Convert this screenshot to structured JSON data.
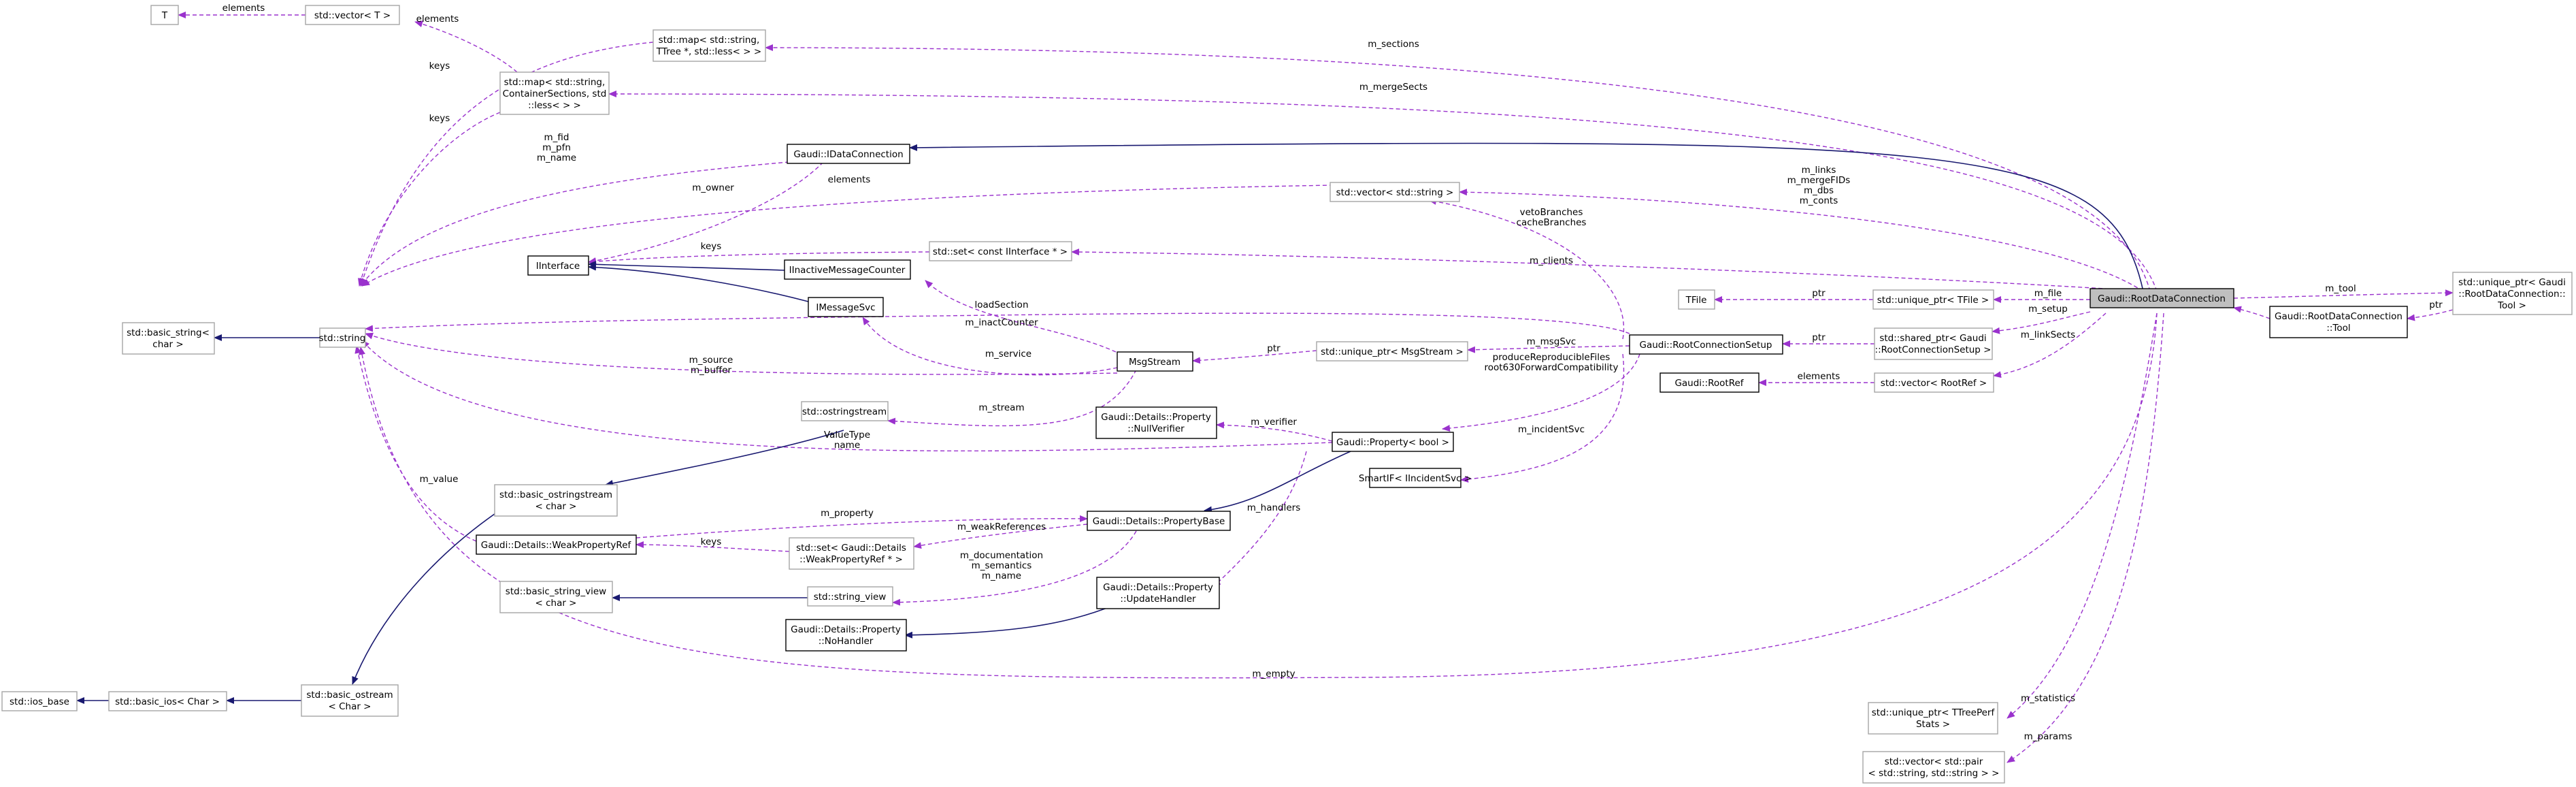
{
  "diagram": {
    "nodes": {
      "T": "T",
      "vecT": "std::vector< T >",
      "mapTTree": [
        "std::map< std::string,",
        "TTree *, std::less< > >"
      ],
      "mapContainer": [
        "std::map< std::string,",
        "ContainerSections, std",
        "::less< > >"
      ],
      "iDataConn": "Gaudi::IDataConnection",
      "vecString": "std::vector< std::string >",
      "iInterface": "IInterface",
      "iInactive": "IInactiveMessageCounter",
      "setIInterface": "std::set< const IInterface * >",
      "iMessageSvc": "IMessageSvc",
      "basicString": [
        "std::basic_string<",
        "char >"
      ],
      "stdString": "std::string",
      "msgStream": "MsgStream",
      "upMsgStream": "std::unique_ptr< MsgStream >",
      "rootConnSetup": "Gaudi::RootConnectionSetup",
      "tfile": "TFile",
      "upTFile": "std::unique_ptr< TFile >",
      "spSetup": [
        "std::shared_ptr< Gaudi",
        "::RootConnectionSetup >"
      ],
      "rootDataConn": "Gaudi::RootDataConnection",
      "upTool": [
        "std::unique_ptr< Gaudi",
        "::RootDataConnection::",
        "Tool >"
      ],
      "tool": [
        "Gaudi::RootDataConnection",
        "::Tool"
      ],
      "rootRef": "Gaudi::RootRef",
      "vecRootRef": "std::vector< RootRef >",
      "ostringstream": "std::ostringstream",
      "nullVerifier": [
        "Gaudi::Details::Property",
        "::NullVerifier"
      ],
      "propBool": "Gaudi::Property< bool >",
      "smartIf": "SmartIF< IIncidentSvc >",
      "basicOstringstream": [
        "std::basic_ostringstream",
        "< char >"
      ],
      "weakPropRef": "Gaudi::Details::WeakPropertyRef",
      "setWeakRef": [
        "std::set< Gaudi::Details",
        "::WeakPropertyRef * >"
      ],
      "propBase": "Gaudi::Details::PropertyBase",
      "stringViewC": [
        "std::basic_string_view",
        "< char >"
      ],
      "stringView": "std::string_view",
      "updateHandler": [
        "Gaudi::Details::Property",
        "::UpdateHandler"
      ],
      "noHandler": [
        "Gaudi::Details::Property",
        "::NoHandler"
      ],
      "iosBase": "std::ios_base",
      "basicIos": "std::basic_ios< Char >",
      "basicOstream": [
        "std::basic_ostream",
        "< Char >"
      ],
      "upTTreePerf": [
        "std::unique_ptr< TTreePerf",
        "Stats >"
      ],
      "vecPair": [
        "std::vector< std::pair",
        "< std::string, std::string > >"
      ]
    },
    "edge_labels": {
      "elements_T": "elements",
      "elements_vecT": "elements",
      "keys_map1": "keys",
      "keys_map2": "keys",
      "m_sections": "m_sections",
      "m_mergeSects": "m_mergeSects",
      "fid_pfn_name": [
        "m_fid",
        "m_pfn",
        "m_name"
      ],
      "m_owner": "m_owner",
      "elements_vs": "elements",
      "links": [
        "m_links",
        "m_mergeFIDs",
        "m_dbs",
        "m_conts"
      ],
      "keys_set": "keys",
      "veto": [
        "vetoBranches",
        "cacheBranches"
      ],
      "m_clients": "m_clients",
      "m_file": "m_file",
      "m_tool": "m_tool",
      "ptr_tfile": "ptr",
      "ptr_tool": "ptr",
      "m_setup": "m_setup",
      "loadSection": "loadSection",
      "m_inactCounter": "m_inactCounter",
      "ptr_setup": "ptr",
      "m_linkSects": "m_linkSects",
      "ptr_msg": "ptr",
      "m_msgSvc": "m_msgSvc",
      "produce": [
        "produceReproducibleFiles",
        "root630ForwardCompatibility"
      ],
      "elements_rr": "elements",
      "m_service": "m_service",
      "source_buffer": [
        "m_source",
        "m_buffer"
      ],
      "m_stream": "m_stream",
      "m_verifier": "m_verifier",
      "m_incidentSvc": "m_incidentSvc",
      "valuetype": [
        "ValueType",
        "name"
      ],
      "m_value": "m_value",
      "m_property": "m_property",
      "m_handlers": "m_handlers",
      "keys_weak": "keys",
      "m_weakReferences": "m_weakReferences",
      "doc": [
        "m_documentation",
        "m_semantics",
        "m_name"
      ],
      "m_empty": "m_empty",
      "m_statistics": "m_statistics",
      "m_params": "m_params"
    }
  }
}
